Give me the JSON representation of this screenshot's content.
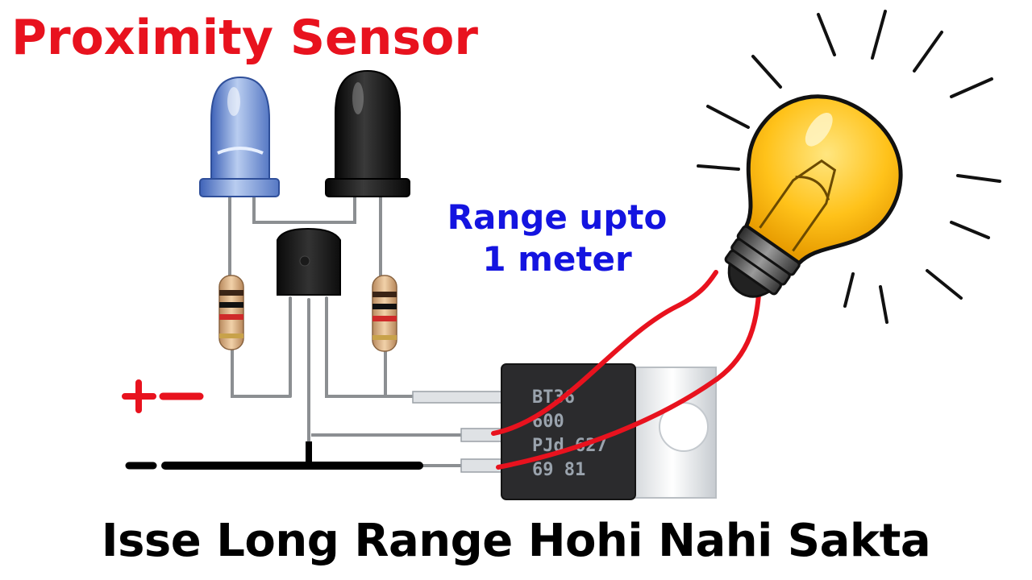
{
  "title": "Proximity Sensor",
  "range_line1": "Range upto",
  "range_line2": "1 meter",
  "bottom_text": "Isse Long Range Hohi Nahi Sakta",
  "plus_label": "+",
  "minus_label": "-",
  "chip_lines": [
    "BT36",
    "600",
    "PJd 627",
    "69 81"
  ],
  "colors": {
    "title": "#e8121e",
    "range": "#1414e0",
    "wire_red": "#e8121e",
    "bulb": "#ffc21a"
  }
}
